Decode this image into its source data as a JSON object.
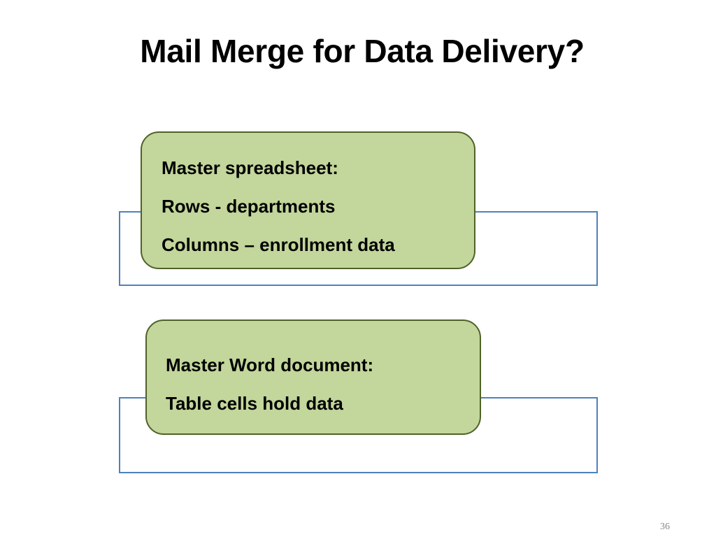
{
  "slide": {
    "title": "Mail Merge for Data Delivery?",
    "page_number": "36"
  },
  "diagram": {
    "nodes": [
      {
        "lines": [
          "Master spreadsheet:",
          "Rows - departments",
          "Columns – enrollment data"
        ]
      },
      {
        "lines": [
          "Master Word document:",
          "Table cells hold data"
        ]
      }
    ]
  },
  "colors": {
    "node_fill": "#c3d69b",
    "node_border": "#4f6228",
    "frame_border": "#4f81bd",
    "title_text": "#000000",
    "page_number_text": "#888888"
  }
}
